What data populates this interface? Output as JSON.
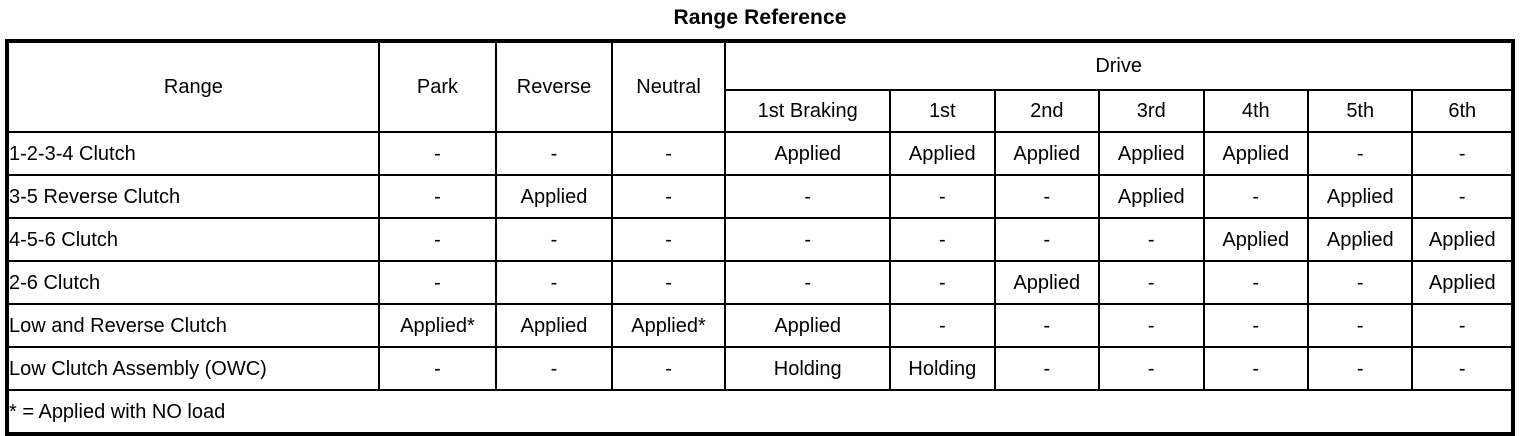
{
  "document": {
    "title": "Range Reference"
  },
  "table": {
    "first_col_header": "Range",
    "group_header": "Drive",
    "columns": [
      {
        "key": "park",
        "label": "Park"
      },
      {
        "key": "rev",
        "label": "Reverse"
      },
      {
        "key": "neu",
        "label": "Neutral"
      },
      {
        "key": "brake",
        "label": "1st Braking"
      },
      {
        "key": "g1",
        "label": "1st"
      },
      {
        "key": "g2",
        "label": "2nd"
      },
      {
        "key": "g3",
        "label": "3rd"
      },
      {
        "key": "g4",
        "label": "4th"
      },
      {
        "key": "g5",
        "label": "5th"
      },
      {
        "key": "g6",
        "label": "6th"
      }
    ],
    "rows": [
      {
        "label": "1-2-3-4 Clutch",
        "values": [
          "-",
          "-",
          "-",
          "Applied",
          "Applied",
          "Applied",
          "Applied",
          "Applied",
          "-",
          "-"
        ]
      },
      {
        "label": "3-5 Reverse Clutch",
        "values": [
          "-",
          "Applied",
          "-",
          "-",
          "-",
          "-",
          "Applied",
          "-",
          "Applied",
          "-"
        ]
      },
      {
        "label": "4-5-6 Clutch",
        "values": [
          "-",
          "-",
          "-",
          "-",
          "-",
          "-",
          "-",
          "Applied",
          "Applied",
          "Applied"
        ]
      },
      {
        "label": "2-6 Clutch",
        "values": [
          "-",
          "-",
          "-",
          "-",
          "-",
          "Applied",
          "-",
          "-",
          "-",
          "Applied"
        ]
      },
      {
        "label": "Low and Reverse Clutch",
        "values": [
          "Applied*",
          "Applied",
          "Applied*",
          "Applied",
          "-",
          "-",
          "-",
          "-",
          "-",
          "-"
        ]
      },
      {
        "label": "Low Clutch Assembly (OWC)",
        "values": [
          "-",
          "-",
          "-",
          "Holding",
          "Holding",
          "-",
          "-",
          "-",
          "-",
          "-"
        ]
      }
    ],
    "footnote": "* = Applied with NO load"
  },
  "colors": {
    "ink": "#000000",
    "background": "#ffffff"
  }
}
